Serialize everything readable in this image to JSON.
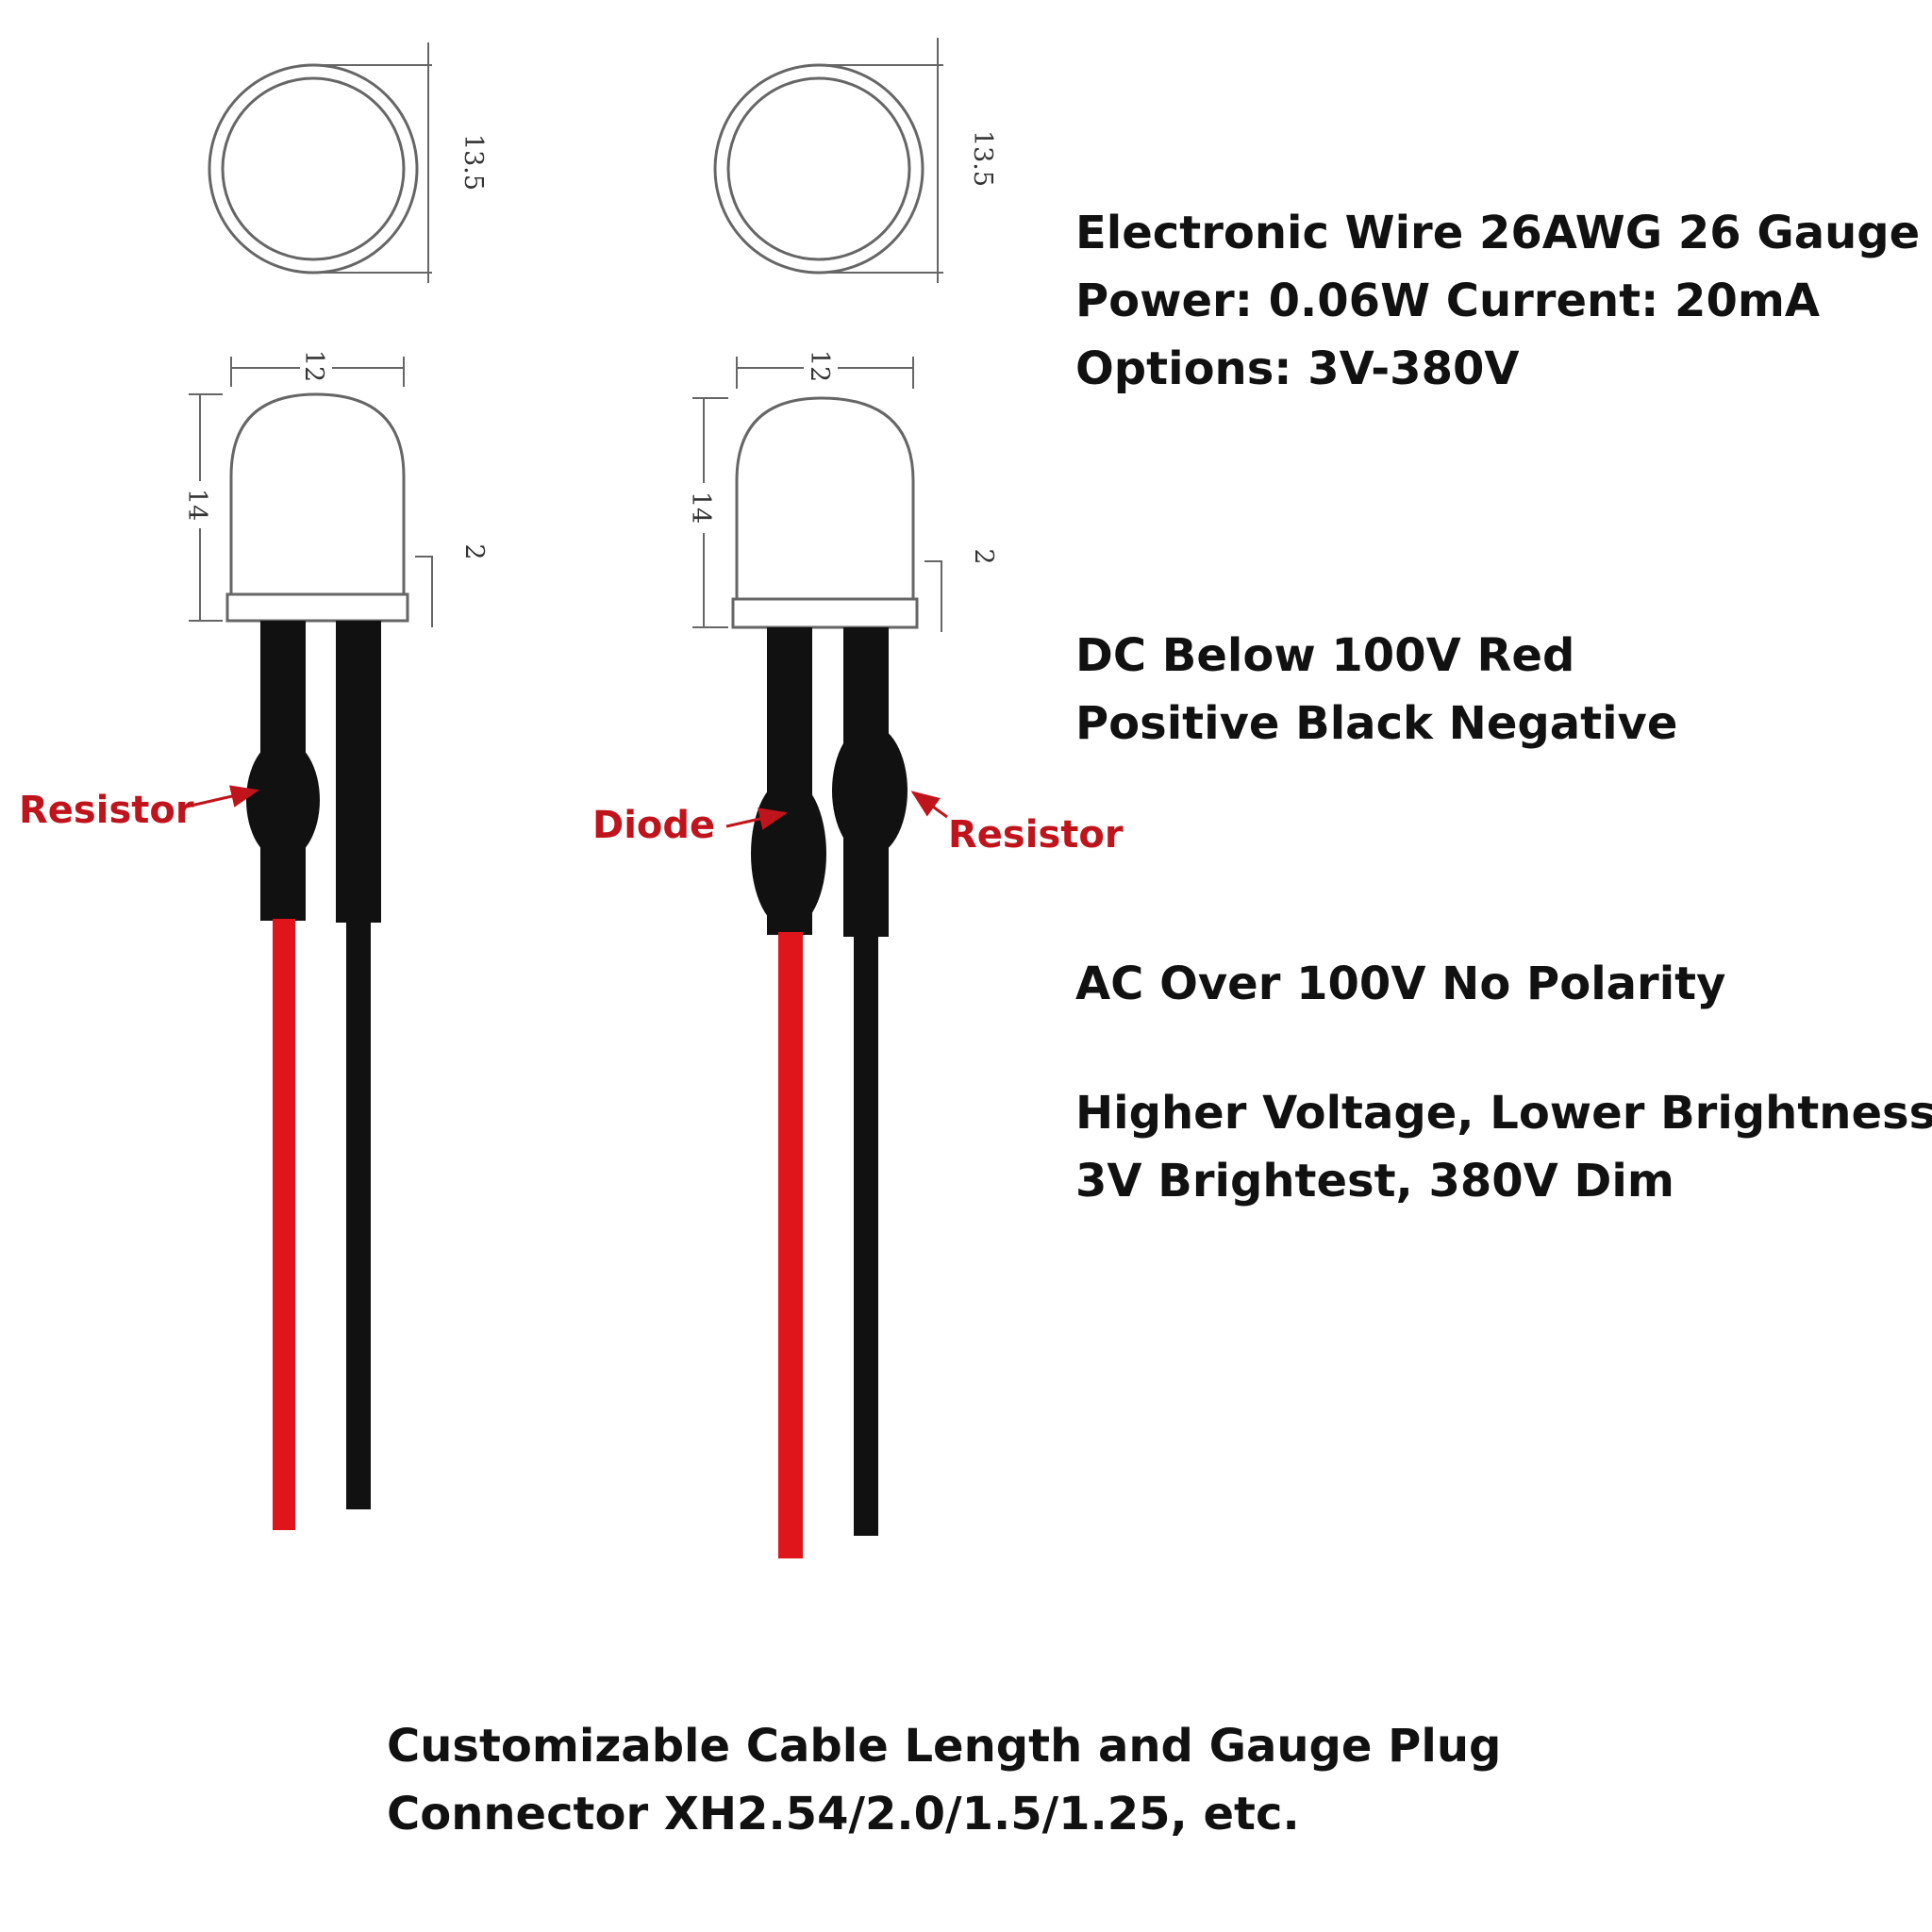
{
  "colors": {
    "wire_red": "#e0141b",
    "wire_black": "#111111",
    "callout": "#c0141c",
    "outline": "#666666"
  },
  "dimensions": {
    "diameter": "13.5",
    "width": "12",
    "height": "14",
    "flange": "2"
  },
  "callouts": {
    "left_resistor": "Resistor",
    "diode": "Diode",
    "right_resistor": "Resistor"
  },
  "specs": {
    "line1": "Electronic Wire 26AWG 26 Gauge",
    "line2": "Power: 0.06W Current: 20mA",
    "line3": "Options: 3V-380V",
    "dc_line1": "DC Below 100V Red",
    "dc_line2": "Positive Black Negative",
    "ac_line": "AC Over 100V No Polarity",
    "brightness_line1": "Higher Voltage, Lower Brightness:",
    "brightness_line2": "3V Brightest, 380V Dim"
  },
  "footer": {
    "line1": "Customizable Cable Length and Gauge Plug",
    "line2": "Connector XH2.54/2.0/1.5/1.25, etc."
  }
}
